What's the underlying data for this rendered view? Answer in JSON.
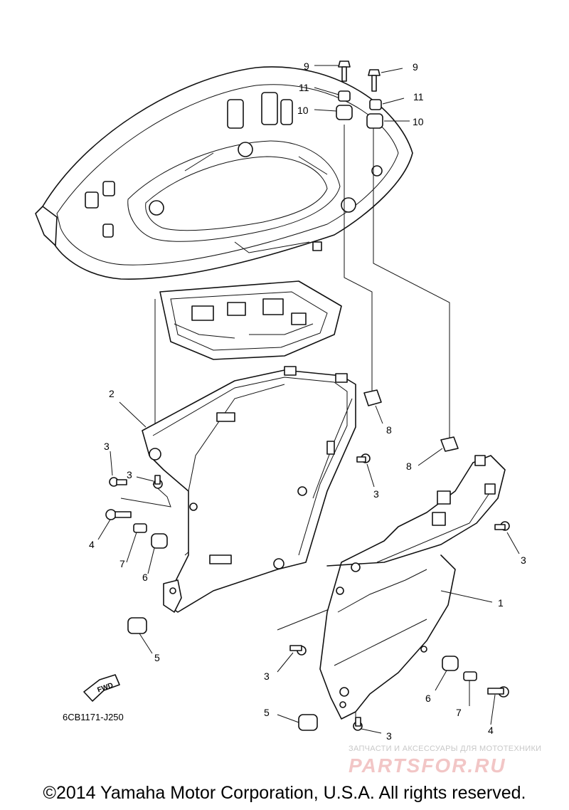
{
  "diagram": {
    "code": "6CB1171-J250",
    "fwd_label": "FWD",
    "callouts": {
      "c1": "1",
      "c2": "2",
      "c3a": "3",
      "c3b": "3",
      "c3c": "3",
      "c3d": "3",
      "c3e": "3",
      "c3f": "3",
      "c4a": "4",
      "c4b": "4",
      "c5a": "5",
      "c5b": "5",
      "c6a": "6",
      "c6b": "6",
      "c7a": "7",
      "c7b": "7",
      "c8a": "8",
      "c8b": "8",
      "c9a": "9",
      "c9b": "9",
      "c10a": "10",
      "c10b": "10",
      "c11a": "11",
      "c11b": "11"
    }
  },
  "footer": {
    "copyright": "©2014 Yamaha Motor Corporation, U.S.A. All rights reserved."
  },
  "watermark": {
    "subtitle": "ЗАПЧАСТИ И АКСЕССУАРЫ ДЛЯ МОТОТЕХНИКИ",
    "logo": "PARTSFOR.RU"
  }
}
